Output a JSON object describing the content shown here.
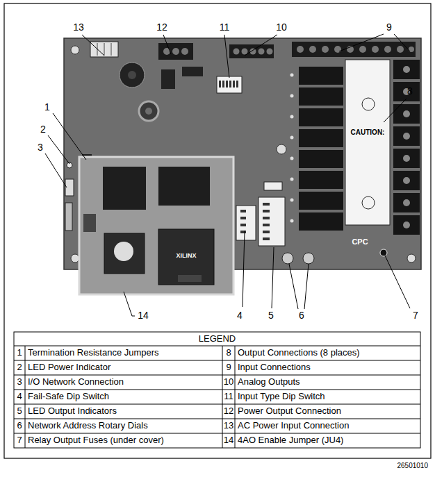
{
  "diagram": {
    "labels": [
      "13",
      "12",
      "11",
      "10",
      "9",
      "1",
      "2",
      "3",
      "8",
      "14",
      "4",
      "5",
      "6",
      "7",
      "XILINX",
      "CAUTION:",
      "CPC",
      "LEGEND",
      "1",
      "Termination Resistance Jumpers",
      "8",
      "Output Connections (8 places)",
      "2",
      "LED Power Indicator",
      "9",
      "Input Connections",
      "3",
      "I/O Network Connection",
      "10",
      "Analog Outputs",
      "4",
      "Fail-Safe Dip Switch",
      "11",
      "Input Type Dip Switch",
      "5",
      "LED Output Indicators",
      "12",
      "Power Output Connection",
      "6",
      "Network Address Rotary Dials",
      "13",
      "AC Power Input Connection",
      "7",
      "Relay Output Fuses (under cover)",
      "14",
      "4AO Enable Jumper (JU4)",
      "26501010"
    ]
  }
}
